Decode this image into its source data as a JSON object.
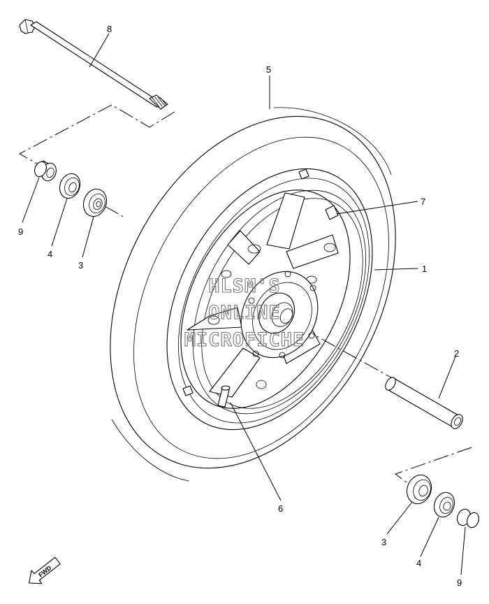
{
  "callouts": {
    "c8": "8",
    "c5": "5",
    "c7": "7",
    "c1": "1",
    "c2": "2",
    "c6": "6",
    "c9_left": "9",
    "c4_left": "4",
    "c3_left": "3",
    "c3_right": "3",
    "c4_right": "4",
    "c9_right": "9"
  },
  "watermark": {
    "line1": "HLSM'S",
    "line2": "ONLINE",
    "line3": "MICROFICHE"
  },
  "fwd_label": "FWD"
}
